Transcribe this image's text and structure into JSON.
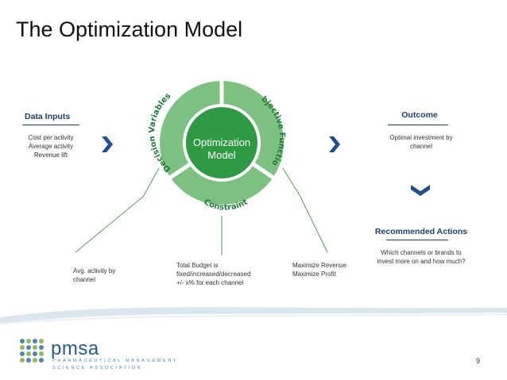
{
  "slide": {
    "title": "The Optimization Model",
    "page_number": "9"
  },
  "colors": {
    "header_blue": "#1f3f6e",
    "chevron_blue": "#1f4e8c",
    "ring_green": "#7cc181",
    "core_green": "#2e9a44",
    "line_green": "#5a9a5e"
  },
  "data_inputs": {
    "header": "Data Inputs",
    "lines": [
      "Cost per activity",
      "Average activity",
      "Revenue lift"
    ]
  },
  "center": {
    "line1": "Optimization",
    "line2": "Model",
    "segments": {
      "decision_variables": "Decision Variables",
      "objective_function": "Objective Function",
      "constraint": "Constraint"
    }
  },
  "outcome": {
    "header": "Outcome",
    "line1": "Optimal investment by",
    "line2": "channel"
  },
  "recommended_actions": {
    "header": "Recommended Actions",
    "line1": "Which channels or brands to",
    "line2": "invest more on and how much?"
  },
  "callouts": {
    "decision": {
      "line1": "Avg. activity by",
      "line2": "channel"
    },
    "constraint": {
      "line1": "Total Budget is",
      "line2": "fixed/increased/decreased",
      "line3": "+/- x% for each channel"
    },
    "objective": {
      "line1": "Maximize Revenue",
      "line2": "Maximize Profit"
    }
  },
  "logo": {
    "name": "pmsa",
    "tagline1": "PHARMACEUTICAL MANAGEMENT",
    "tagline2": "SCIENCE ASSOCIATION"
  }
}
